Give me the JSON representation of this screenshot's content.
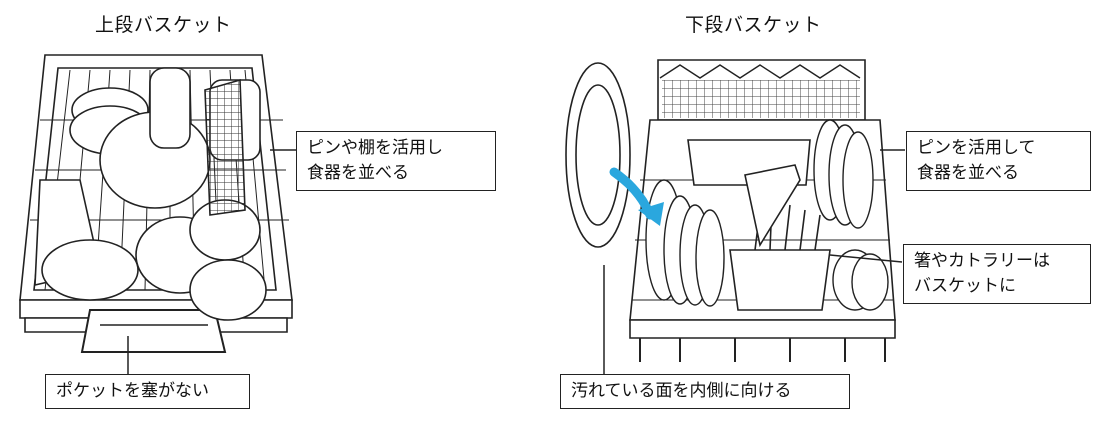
{
  "upper": {
    "title": "上段バスケット",
    "callout_pins": [
      "ピンや棚を活用し",
      "食器を並べる"
    ],
    "callout_pocket": "ポケットを塞がない"
  },
  "lower": {
    "title": "下段バスケット",
    "callout_pins": [
      "ピンを活用して",
      "食器を並べる"
    ],
    "callout_cutlery": [
      "箸やカトラリーは",
      "バスケットに"
    ],
    "callout_plate": "汚れている面を内側に向ける"
  },
  "colors": {
    "line": "#222222",
    "arrow": "#2aa7de",
    "fill": "#ffffff",
    "shade": "#e6e6e6"
  }
}
